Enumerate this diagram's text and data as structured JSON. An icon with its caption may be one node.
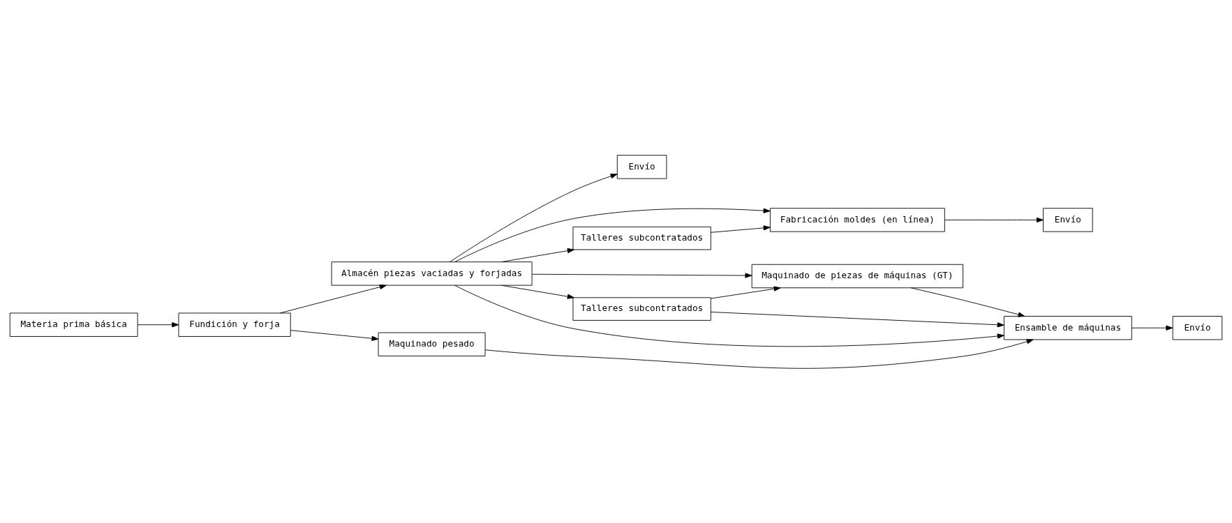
{
  "diagram": {
    "nodes": [
      {
        "text": [
          "Materia prima básica"
        ]
      },
      {
        "text": [
          "Fundición y forja"
        ]
      },
      {
        "text": [
          "Envío"
        ]
      },
      {
        "text": [
          "Almacén piezas vaciadas y forjadas"
        ]
      },
      {
        "text": [
          "Maquinado pesado"
        ]
      },
      {
        "text": [
          "Fabricación moldes (en línea)"
        ]
      },
      {
        "text": [
          "Talleres subcontratados"
        ]
      },
      {
        "text": [
          "Maquinado de piezas de máquinas (GT)"
        ]
      },
      {
        "text": [
          "Talleres subcontratados"
        ]
      },
      {
        "text": [
          "Ensamble de máquinas"
        ]
      },
      {
        "text": [
          "Envío"
        ]
      },
      {
        "text": [
          "Envío"
        ]
      }
    ],
    "edges": [
      {
        "from": 0,
        "to": 1,
        "arrow": "to"
      },
      {
        "from": 1,
        "to": 3,
        "arrow": "to"
      },
      {
        "from": 1,
        "to": 4,
        "arrow": "to"
      },
      {
        "from": 3,
        "to": 2,
        "arrow": "to"
      },
      {
        "from": 3,
        "to": 5,
        "arrow": "to"
      },
      {
        "from": 3,
        "to": 6,
        "arrow": "to"
      },
      {
        "from": 3,
        "to": 7,
        "arrow": "to"
      },
      {
        "from": 3,
        "to": 8,
        "arrow": "to"
      },
      {
        "from": 3,
        "to": 9,
        "arrow": "to"
      },
      {
        "from": 6,
        "to": 5,
        "arrow": "to"
      },
      {
        "from": 8,
        "to": 7,
        "arrow": "to"
      },
      {
        "from": 8,
        "to": 9,
        "arrow": "to"
      },
      {
        "from": 4,
        "to": 9,
        "arrow": "to"
      },
      {
        "from": 7,
        "to": 9,
        "arrow": "to"
      },
      {
        "from": 5,
        "to": 10,
        "arrow": "to"
      },
      {
        "from": 9,
        "to": 11,
        "arrow": "to"
      }
    ]
  }
}
